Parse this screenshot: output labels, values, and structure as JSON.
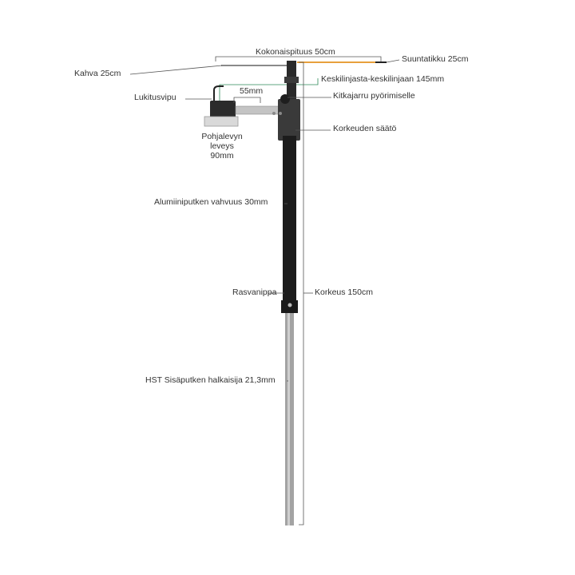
{
  "colors": {
    "line": "#555555",
    "accent_orange": "#e8a03c",
    "accent_green": "#2e8b57",
    "accent_blue": "#5b8fd6",
    "tube_dark": "#1c1c1c",
    "tube_steel": "#9a9a9a"
  },
  "labels": {
    "total_length": "Kokonaispituus 50cm",
    "handle": "Kahva 25cm",
    "direction_stick": "Suuntatikku 25cm",
    "center_to_center": "Keskilinjasta-keskilinjaan 145mm",
    "locking_lever": "Lukitusvipu",
    "width_55": "55mm",
    "friction_brake": "Kitkajarru pyörimiselle",
    "height_adjust": "Korkeuden säätö",
    "base_plate_line1": "Pohjalevyn",
    "base_plate_line2": "leveys",
    "base_plate_line3": "90mm",
    "aluminium_tube": "Alumiiniputken vahvuus 30mm",
    "grease_nipple": "Rasvanippa",
    "height": "Korkeus 150cm",
    "inner_tube": "HST Sisäputken halkaisija 21,3mm"
  }
}
